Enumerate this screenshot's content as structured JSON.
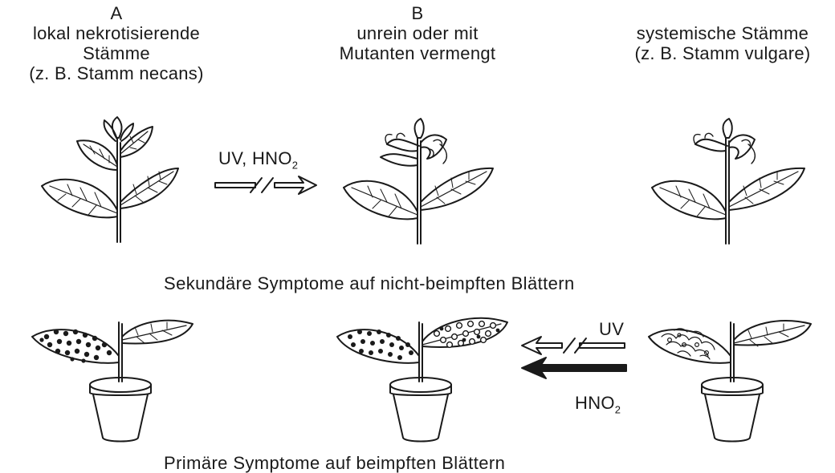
{
  "columns": {
    "a": {
      "letter": "A",
      "line1": "lokal nekrotisierende",
      "line2": "Stämme",
      "line3": "(z. B. Stamm necans)"
    },
    "b": {
      "letter": "B",
      "line1": "unrein oder mit",
      "line2": "Mutanten vermengt"
    },
    "c": {
      "line1": "systemische Stämme",
      "line2": "(z. B. Stamm vulgare)"
    }
  },
  "treatments": {
    "top": {
      "uv": "UV",
      "hno": "HNO",
      "sub": "2"
    },
    "bottom": {
      "uv": "UV",
      "hno": "HNO",
      "sub": "2"
    }
  },
  "captions": {
    "secondary": "Sekundäre Symptome auf nicht-beimpften Blättern",
    "primary": "Primäre Symptome auf beimpften Blättern"
  },
  "colors": {
    "ink": "#1a1a1a",
    "background": "#ffffff"
  }
}
